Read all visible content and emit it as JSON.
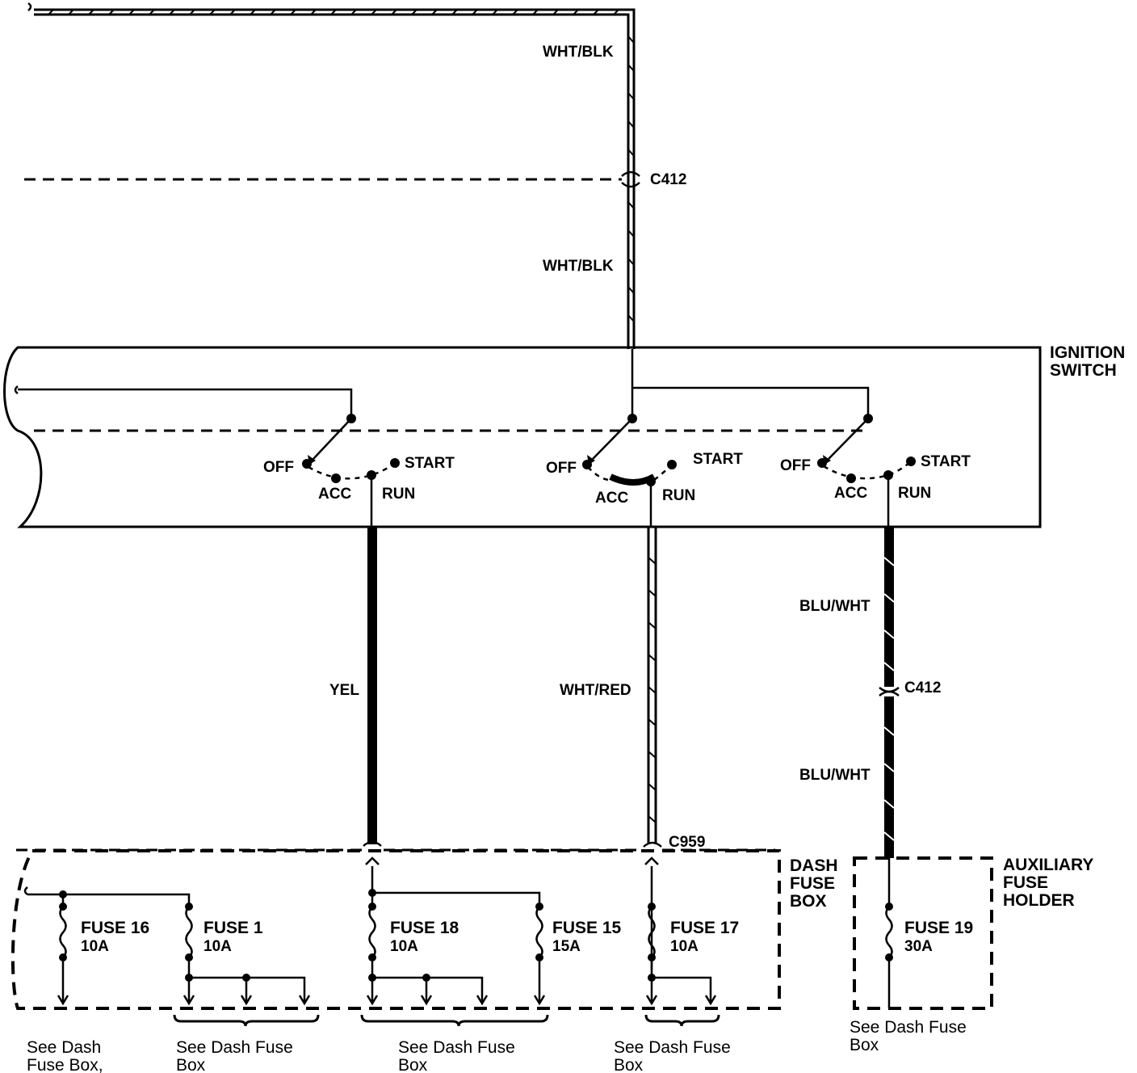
{
  "wire_colors": {
    "top": "WHT/BLK",
    "top_lower": "WHT/BLK",
    "yel": "YEL",
    "wht_red": "WHT/RED",
    "blu_wht_upper": "BLU/WHT",
    "blu_wht_lower": "BLU/WHT"
  },
  "connectors": {
    "c412_top": "C412",
    "c412_right": "C412",
    "c959": "C959"
  },
  "ignition_switch": {
    "title_line1": "IGNITION",
    "title_line2": "SWITCH",
    "positions": {
      "off": "OFF",
      "acc": "ACC",
      "run": "RUN",
      "start": "START"
    }
  },
  "dash_fuse_box": {
    "line1": "DASH",
    "line2": "FUSE",
    "line3": "BOX"
  },
  "aux_fuse_holder": {
    "line1": "AUXILIARY",
    "line2": "FUSE",
    "line3": "HOLDER"
  },
  "fuses": [
    {
      "name": "FUSE 16",
      "rating": "10A"
    },
    {
      "name": "FUSE 1",
      "rating": "10A"
    },
    {
      "name": "FUSE 18",
      "rating": "10A"
    },
    {
      "name": "FUSE 15",
      "rating": "15A"
    },
    {
      "name": "FUSE 17",
      "rating": "10A"
    },
    {
      "name": "FUSE 19",
      "rating": "30A"
    }
  ],
  "references": [
    {
      "line1": "See Dash",
      "line2": "Fuse Box,"
    },
    {
      "line1": "See Dash Fuse",
      "line2": "Box"
    },
    {
      "line1": "See Dash Fuse",
      "line2": "Box"
    },
    {
      "line1": "See Dash Fuse",
      "line2": "Box"
    },
    {
      "line1": "See Dash Fuse",
      "line2": "Box"
    }
  ],
  "colors": {
    "ink": "#000000",
    "paper": "#ffffff"
  }
}
